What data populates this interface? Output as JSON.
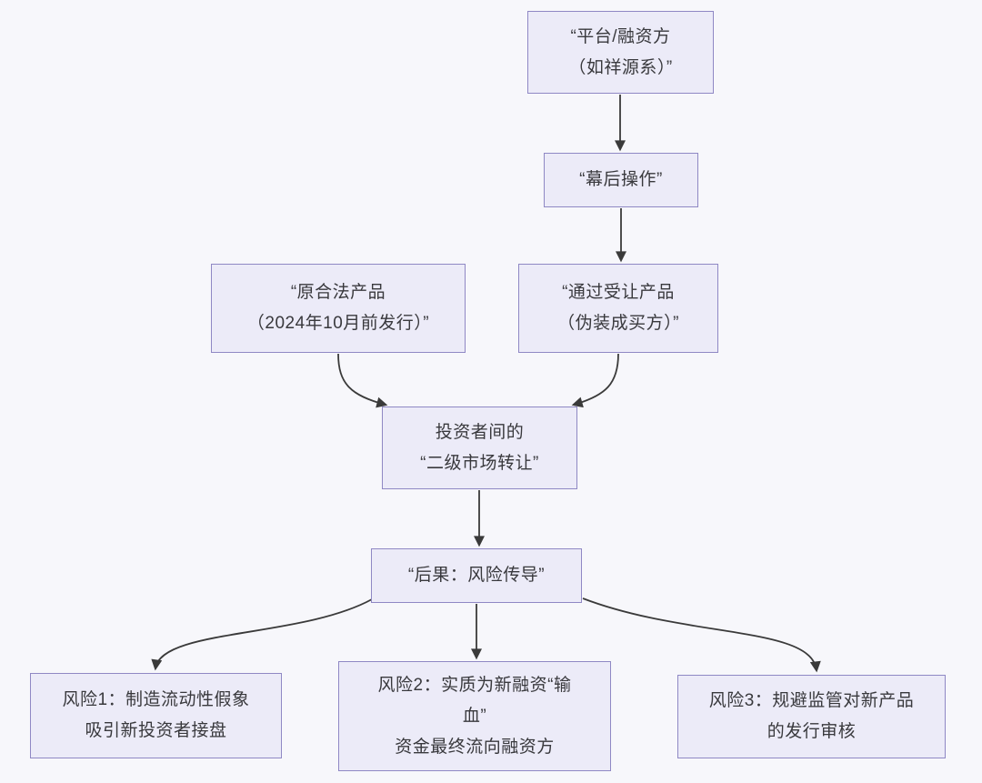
{
  "diagram": {
    "type": "flowchart",
    "background_color": "#f7f7fb",
    "node_fill_color": "#ecebf8",
    "node_border_color": "#8f88c4",
    "arrow_color": "#3a3a3a",
    "nodes": {
      "platform": {
        "lines": [
          "“平台/融资方",
          "（如祥源系）”"
        ]
      },
      "behind": {
        "lines": [
          "“幕后操作”"
        ]
      },
      "original": {
        "lines": [
          "“原合法产品",
          "（2024年10月前发行）”"
        ]
      },
      "transferee": {
        "lines": [
          "“通过受让产品",
          "（伪装成买方）”"
        ]
      },
      "secondary": {
        "lines": [
          "投资者间的",
          "“二级市场转让”"
        ]
      },
      "consequence": {
        "lines": [
          "“后果：风险传导”"
        ]
      },
      "risk1": {
        "lines": [
          "风险1：制造流动性假象",
          "吸引新投资者接盘"
        ]
      },
      "risk2": {
        "lines": [
          "风险2：实质为新融资“输",
          "血”",
          "资金最终流向融资方"
        ]
      },
      "risk3": {
        "lines": [
          "风险3：规避监管对新产品",
          "的发行审核"
        ]
      }
    },
    "edges": [
      {
        "from": "platform",
        "to": "behind"
      },
      {
        "from": "behind",
        "to": "transferee"
      },
      {
        "from": "original",
        "to": "secondary"
      },
      {
        "from": "transferee",
        "to": "secondary"
      },
      {
        "from": "secondary",
        "to": "consequence"
      },
      {
        "from": "consequence",
        "to": "risk1"
      },
      {
        "from": "consequence",
        "to": "risk2"
      },
      {
        "from": "consequence",
        "to": "risk3"
      }
    ]
  }
}
